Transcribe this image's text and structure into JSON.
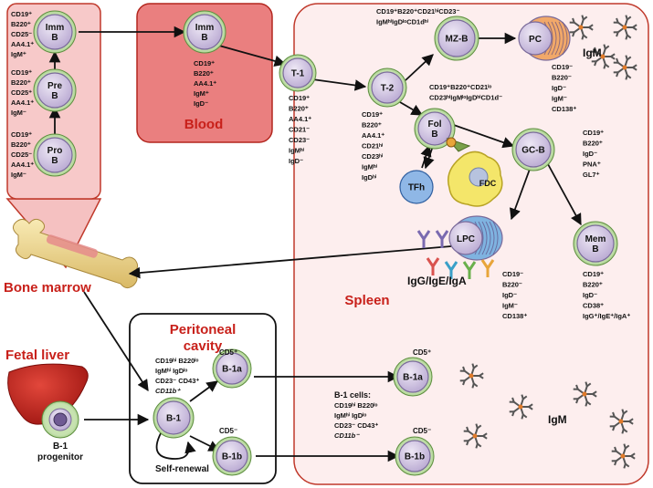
{
  "regions": {
    "blood": "Blood",
    "spleen": "Spleen",
    "bone_marrow": "Bone marrow",
    "peritoneal_cavity": [
      "Peritoneal",
      "cavity"
    ],
    "fetal_liver": "Fetal liver"
  },
  "cells": {
    "pro_b": [
      "Pro",
      "B"
    ],
    "pre_b": [
      "Pre",
      "B"
    ],
    "imm_b_bm": [
      "Imm",
      "B"
    ],
    "imm_b_blood": [
      "Imm",
      "B"
    ],
    "t1": "T-1",
    "t2": "T-2",
    "mzb": "MZ-B",
    "pc": "PC",
    "fol_b": [
      "Fol",
      "B"
    ],
    "tfh": "TFh",
    "fdc": "FDC",
    "gcb": "GC-B",
    "lpc": "LPC",
    "mem_b": [
      "Mem",
      "B"
    ],
    "b1_pc": "B-1",
    "b1a_pc": "B-1a",
    "b1b_pc": "B-1b",
    "b1a_sp": "B-1a",
    "b1b_sp": "B-1b",
    "b1_progenitor": [
      "B-1",
      "progenitor"
    ]
  },
  "markers": {
    "pro_b": [
      "CD19⁺",
      "B220⁺",
      "CD25⁻",
      "AA4.1⁺",
      "IgM⁻"
    ],
    "pre_b": [
      "CD19⁺",
      "B220⁺",
      "CD25⁺",
      "AA4.1⁺",
      "IgM⁻"
    ],
    "imm_b_bm": [
      "CD19⁺",
      "B220⁺",
      "CD25⁻",
      "AA4.1⁺",
      "IgM⁺"
    ],
    "imm_b_blood": [
      "CD19⁺",
      "B220⁺",
      "AA4.1⁺",
      "IgM⁺",
      "IgD⁻"
    ],
    "t1": [
      "CD19⁺",
      "B220⁺",
      "AA4.1⁺",
      "CD21⁻",
      "CD23⁻",
      "IgMʰⁱ",
      "IgD⁻"
    ],
    "t2": [
      "CD19⁺",
      "B220⁺",
      "AA4.1⁺",
      "CD21ʰⁱ",
      "CD23ʰⁱ",
      "IgMʰⁱ",
      "IgDʰⁱ"
    ],
    "mzb": [
      "CD19⁺B220⁺CD21ʰⁱCD23⁻",
      "IgMʰⁱIgDˡᵒCD1dʰⁱ"
    ],
    "fol_b": [
      "CD19⁺B220⁺CD21ˡᵒ",
      "CD23ʰⁱIgMˡᵒIgDʰⁱCD1d⁻"
    ],
    "pc": [
      "CD19⁻",
      "B220⁻",
      "IgD⁻",
      "IgM⁻",
      "CD138⁺"
    ],
    "gcb": [
      "CD19⁺",
      "B220⁺",
      "IgD⁻",
      "PNA⁺",
      "GL7⁺"
    ],
    "lpc": [
      "CD19⁻",
      "B220⁻",
      "IgD⁻",
      "IgM⁻",
      "CD138⁺"
    ],
    "mem_b": [
      "CD19⁺",
      "B220⁺",
      "IgD⁻",
      "CD38⁺",
      "IgG⁺/IgE⁺/IgA⁺"
    ],
    "b1_pc": [
      "CD19ʰⁱ B220ˡᵒ",
      "IgMʰⁱ   IgDˡᵒ",
      "CD23⁻   CD43⁺",
      "CD11b⁺"
    ],
    "b1_spleen": [
      "B-1 cells:",
      "CD19ʰⁱ B220ˡᵒ",
      "IgMʰⁱ   IgDˡᵒ",
      "CD23⁻   CD43⁺",
      "CD11b⁻"
    ]
  },
  "labels": {
    "cd5_pos_pc": "CD5⁺",
    "cd5_neg_pc": "CD5⁻",
    "cd5_pos_sp": "CD5⁺",
    "cd5_neg_sp": "CD5⁻",
    "igm_top": "IgM",
    "igm_bottom": "IgM",
    "iggea": "IgG/IgE/IgA",
    "self_renewal": "Self-renewal"
  },
  "colors": {
    "red_text": "#c8201a",
    "blood_fill": "#ea7f7f",
    "region_border": "#b3261e",
    "cell_fill": "#cbbfde",
    "cell_ring": "#b7d7a0",
    "spleen_fill": "#fdeeee"
  }
}
